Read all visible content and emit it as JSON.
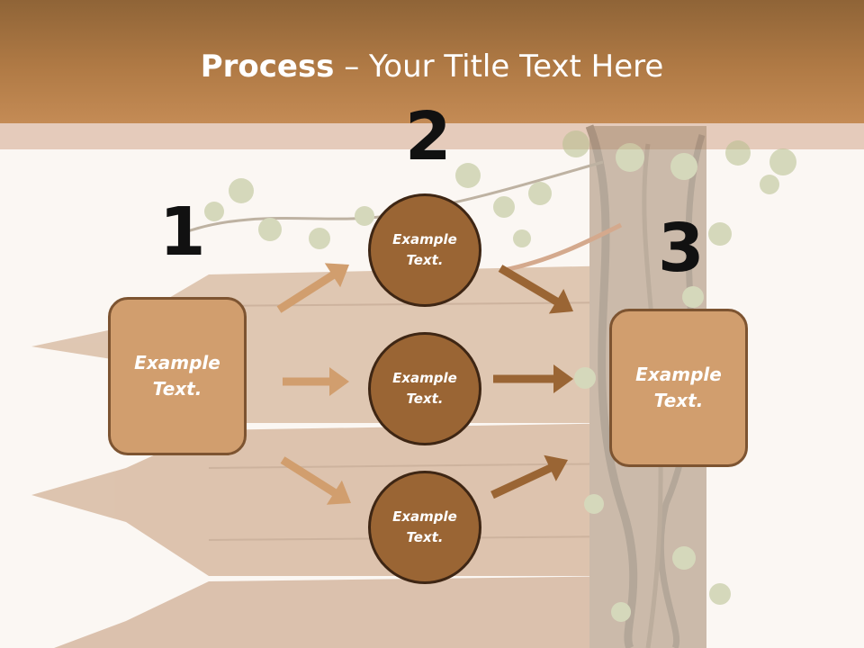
{
  "title": {
    "bold": "Process",
    "rest": " – Your Title Text Here"
  },
  "steps": [
    {
      "number": "1",
      "text": "Example Text."
    },
    {
      "number": "2",
      "text": "Example Text."
    },
    {
      "number": "3",
      "text": "Example Text."
    }
  ],
  "nodes": [
    {
      "text": "Example Text."
    },
    {
      "text": "Example Text."
    },
    {
      "text": "Example Text."
    }
  ],
  "colors": {
    "header": "#b07a45",
    "box_fill": "#d19e6e",
    "circle_fill": "#9a6534",
    "arrow_light": "#d19e6e",
    "arrow_dark": "#9a6534"
  }
}
